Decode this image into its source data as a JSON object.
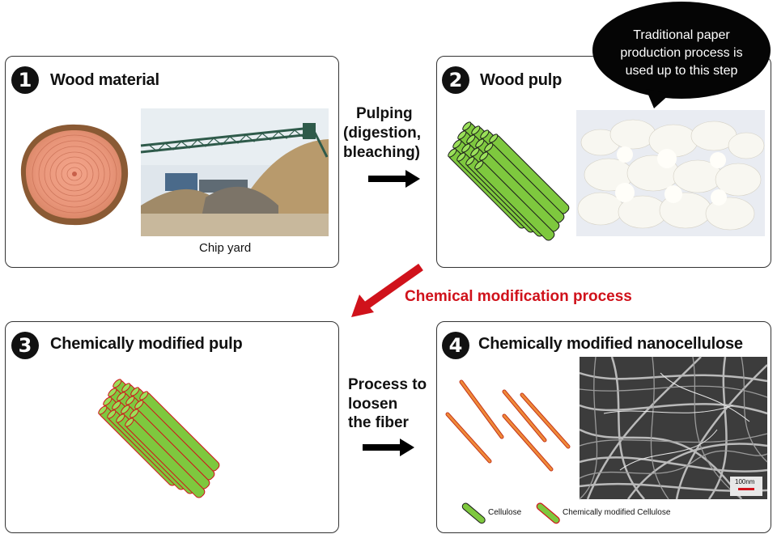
{
  "steps": [
    {
      "number": "1",
      "title": "Wood material"
    },
    {
      "number": "2",
      "title": "Wood pulp"
    },
    {
      "number": "3",
      "title": "Chemically modified pulp"
    },
    {
      "number": "4",
      "title": "Chemically modified nanocellulose"
    }
  ],
  "step1_caption": "Chip yard",
  "arrow_top": {
    "line1": "Pulping",
    "line2": "(digestion,",
    "line3": "bleaching)"
  },
  "arrow_bottom": {
    "line1": "Process to",
    "line2": "loosen",
    "line3": "the fiber"
  },
  "chemical_label": "Chemical modification process",
  "bubble": {
    "line1": "Traditional paper",
    "line2": "production process is",
    "line3": "used up to this step"
  },
  "legend": {
    "cellulose": "Cellulose",
    "modified": "Chemically modified Cellulose"
  },
  "scale_bar": "100nm",
  "colors": {
    "cellulose_green": "#7ec83e",
    "modified_red": "#d0121b",
    "fiber_orange": "#e8782a"
  }
}
